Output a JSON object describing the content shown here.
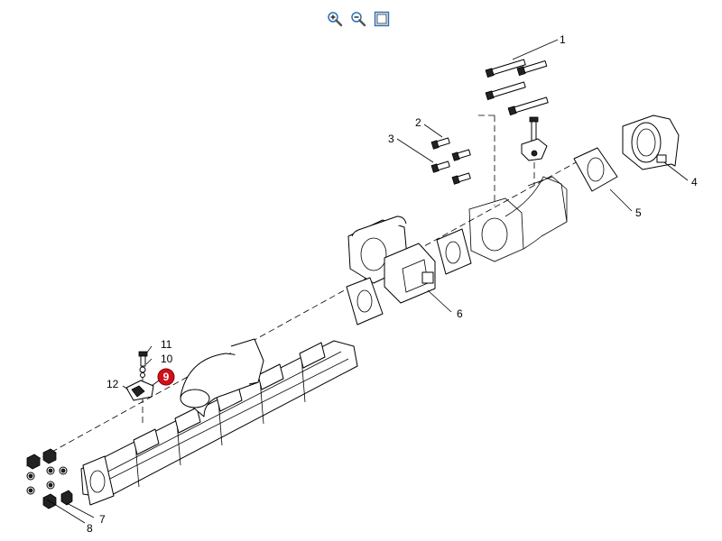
{
  "toolbar": {
    "zoom_in_icon": "magnifier-plus-icon",
    "zoom_out_icon": "magnifier-minus-icon",
    "fit_icon": "fit-window-icon"
  },
  "callouts": {
    "c1": "1",
    "c2": "2",
    "c3": "3",
    "c4": "4",
    "c5": "5",
    "c6": "6",
    "c7": "7",
    "c8": "8",
    "c9": "9",
    "c10": "10",
    "c11": "11",
    "c12": "12"
  },
  "colors": {
    "highlight": "#d0101a",
    "toolbar_blue": "#2a6fb8",
    "line": "#000000"
  }
}
